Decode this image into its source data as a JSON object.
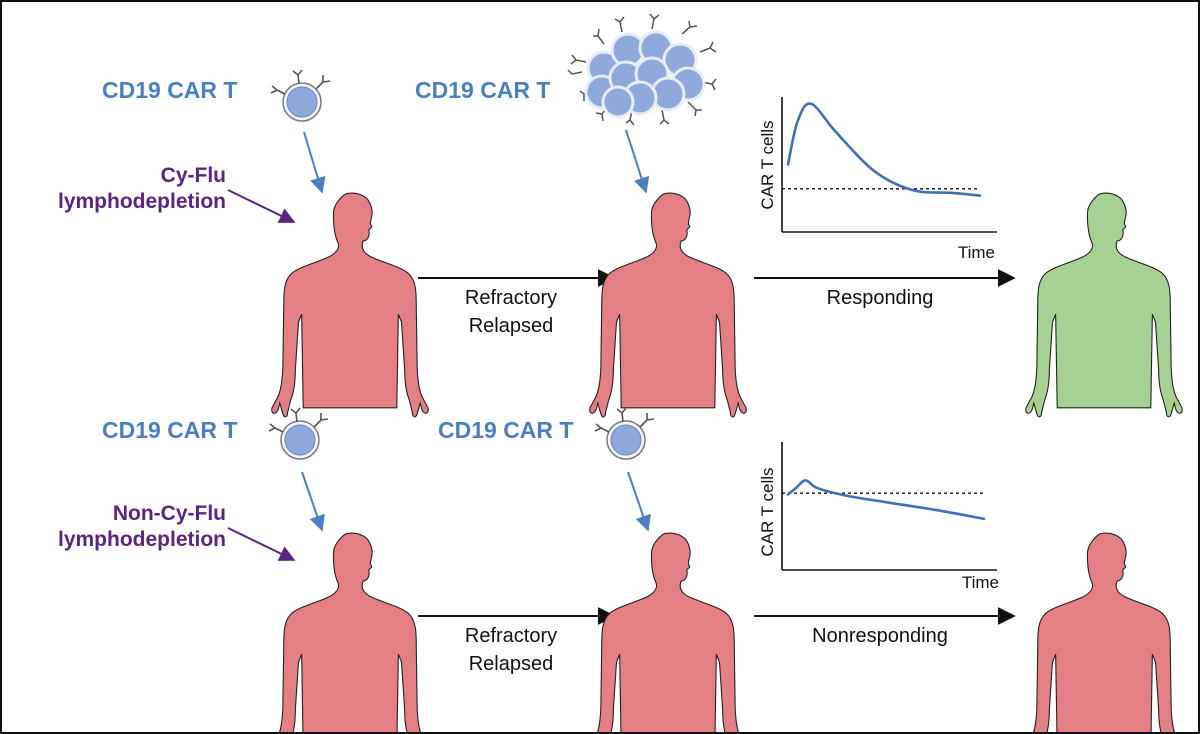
{
  "colors": {
    "cart_blue": "#4a7fc1",
    "lymphodepletion_purple": "#5b2483",
    "body_red": "#e47f86",
    "body_green": "#a7d193",
    "curve_blue": "#3f71b4",
    "cell_fill": "#8fa9dc",
    "line": "#111111"
  },
  "icons": [
    "human-silhouette-icon",
    "car-t-cell-icon",
    "car-t-cell-cluster-icon"
  ],
  "rows": [
    {
      "id": "cyflu",
      "first_infusion_label": "CD19 CAR T",
      "lymphodepletion_label": [
        "Cy-Flu",
        "lymphodepletion"
      ],
      "transition_label": [
        "Refractory",
        "Relapsed"
      ],
      "second_infusion_label": "CD19 CAR T",
      "second_infusion_expanded": true,
      "chart_label": "Responding",
      "outcome": "responding",
      "outcome_body_color": "#a7d193"
    },
    {
      "id": "noncyflu",
      "first_infusion_label": "CD19 CAR T",
      "lymphodepletion_label": [
        "Non-Cy-Flu",
        "lymphodepletion"
      ],
      "transition_label": [
        "Refractory",
        "Relapsed"
      ],
      "second_infusion_label": "CD19 CAR T",
      "second_infusion_expanded": false,
      "chart_label": "Nonresponding",
      "outcome": "nonresponding",
      "outcome_body_color": "#e47f86"
    }
  ],
  "chart_data": [
    {
      "type": "line",
      "ylabel": "CAR T cells",
      "xlabel": "Time",
      "x": [
        0,
        0.05,
        0.12,
        0.25,
        0.45,
        0.65,
        0.85,
        1.0
      ],
      "y": [
        0.5,
        0.82,
        0.95,
        0.74,
        0.45,
        0.31,
        0.29,
        0.27
      ],
      "reference_line": 0.32,
      "reference_style": "dashed",
      "ylim": [
        0,
        1
      ],
      "xlim": [
        0,
        1
      ]
    },
    {
      "type": "line",
      "ylabel": "CAR T cells",
      "xlabel": "Time",
      "x": [
        0,
        0.04,
        0.09,
        0.15,
        0.3,
        0.5,
        0.75,
        1.0
      ],
      "y": [
        0.59,
        0.64,
        0.7,
        0.64,
        0.58,
        0.53,
        0.47,
        0.4
      ],
      "reference_line": 0.6,
      "reference_style": "dashed",
      "ylim": [
        0,
        1
      ],
      "xlim": [
        0,
        1
      ]
    }
  ]
}
